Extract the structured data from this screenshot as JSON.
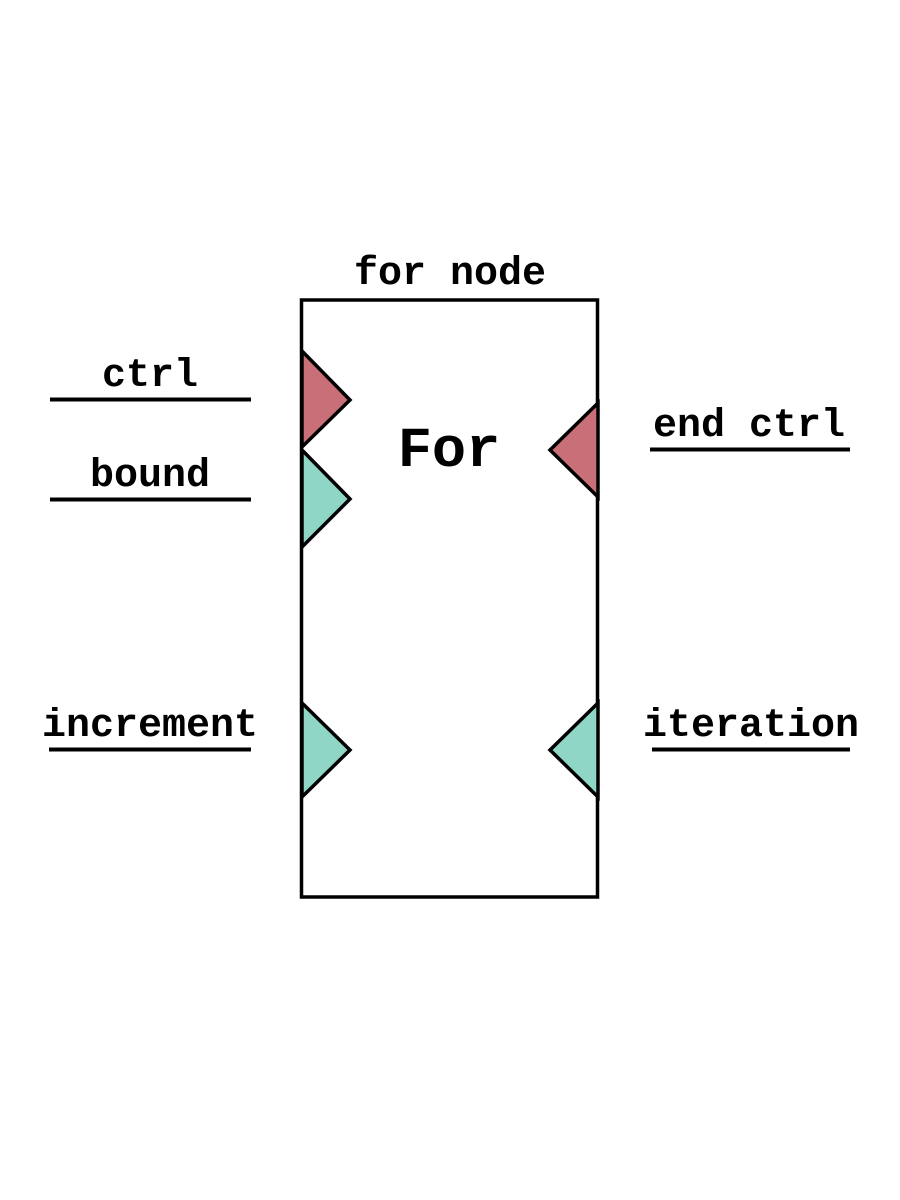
{
  "diagram": {
    "title": "for node",
    "node_label": "For",
    "ports": {
      "left": [
        {
          "label": "ctrl",
          "kind": "control",
          "color": "#c86f78"
        },
        {
          "label": "bound",
          "kind": "data",
          "color": "#8fd6c7"
        },
        {
          "label": "increment",
          "kind": "data",
          "color": "#8fd6c7"
        }
      ],
      "right": [
        {
          "label": "end ctrl",
          "kind": "control",
          "color": "#c86f78"
        },
        {
          "label": "iteration",
          "kind": "data",
          "color": "#8fd6c7"
        }
      ]
    }
  },
  "colors": {
    "control_port": "#c86f78",
    "data_port": "#8fd6c7",
    "outline": "#000000",
    "background": "#ffffff"
  }
}
